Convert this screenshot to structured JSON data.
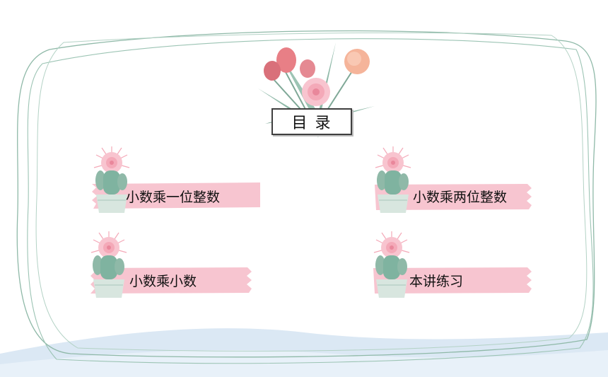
{
  "slide": {
    "title": "目 录",
    "items": [
      {
        "label": "小数乘一位整数"
      },
      {
        "label": "小数乘两位整数"
      },
      {
        "label": "小数乘小数"
      },
      {
        "label": "本讲练习"
      }
    ]
  },
  "colors": {
    "ribbon_pink": "#f7c5d0",
    "frame_line": "#8fb9a8",
    "wave_blue": "#dbe8f4",
    "cactus_green": "#7fb3a0",
    "flower_pink": "#f4a9b8"
  }
}
